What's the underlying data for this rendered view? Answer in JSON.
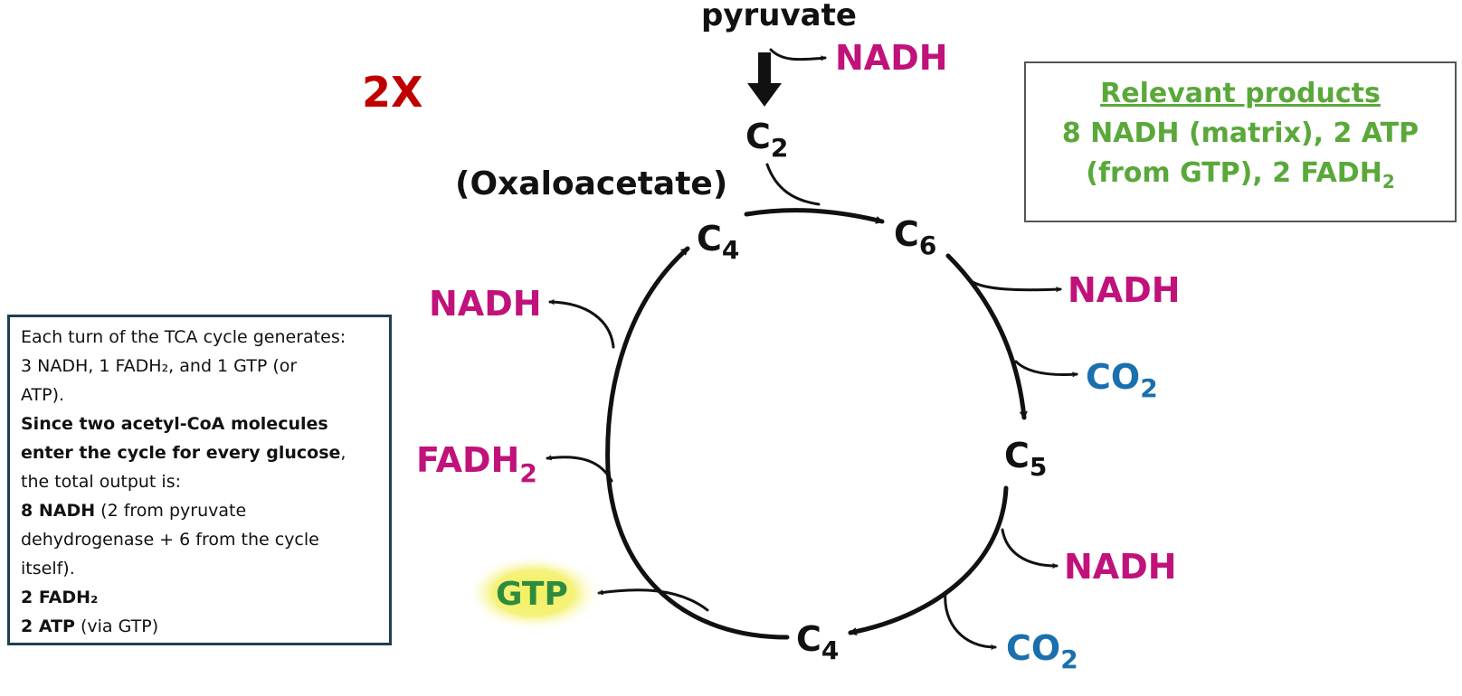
{
  "multiplier": "2X",
  "input": {
    "label": "pyruvate",
    "product": "NADH"
  },
  "nodes": {
    "c2": {
      "base": "C",
      "sub": "2"
    },
    "c4_top": {
      "base": "C",
      "sub": "4"
    },
    "c6": {
      "base": "C",
      "sub": "6"
    },
    "c5": {
      "base": "C",
      "sub": "5"
    },
    "c4_bottom": {
      "base": "C",
      "sub": "4"
    },
    "oxaloacetate": "(Oxaloacetate)"
  },
  "outputs": {
    "nadh_right_1": "NADH",
    "co2_right_1": {
      "base": "CO",
      "sub": "2"
    },
    "nadh_right_2": "NADH",
    "co2_bottom": {
      "base": "CO",
      "sub": "2"
    },
    "gtp": "GTP",
    "fadh2": {
      "base": "FADH",
      "sub": "2"
    },
    "nadh_left": "NADH"
  },
  "products_box": {
    "title": "Relevant products",
    "line1": "8 NADH (matrix), 2 ATP",
    "line2": "(from GTP), 2 FADH",
    "line2_sub": "2"
  },
  "summary": {
    "l1": "Each turn of the TCA cycle generates:",
    "l2": "3 NADH, 1 FADH₂, and 1 GTP (or",
    "l3": "ATP).",
    "l4": "Since two acetyl-CoA molecules",
    "l5": "enter the cycle for every glucose",
    "l5_tail": ",",
    "l6": "the total output is:",
    "l7_bold": "8 NADH",
    "l7_rest": " (2 from pyruvate",
    "l8": "dehydrogenase + 6 from the cycle",
    "l9": "itself).",
    "l10": "2 FADH₂",
    "l11_bold": "2 ATP",
    "l11_rest": " (via GTP)"
  },
  "colors": {
    "magenta": "#c0127a",
    "blue": "#1a6fae",
    "green": "#2e8b3e",
    "red": "#c00000",
    "products_green": "#5aa83a"
  }
}
